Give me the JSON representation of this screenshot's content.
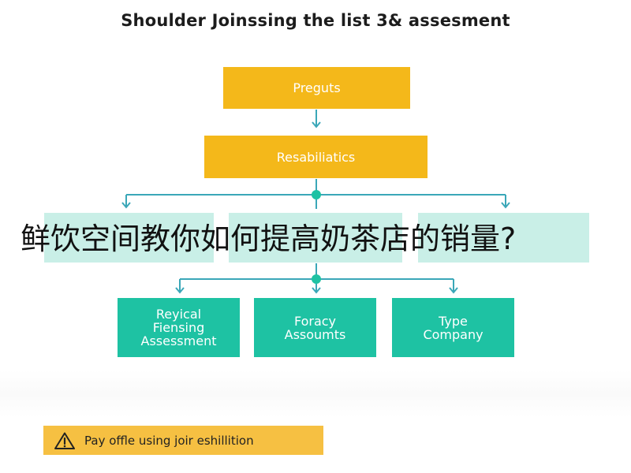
{
  "title": "Shoulder Joinssing the list 3& assesment",
  "nodes": {
    "top": "Preguts",
    "mid": "Resabiliatics",
    "bottom": [
      "Reyical\nFiensing\nAssessment",
      "Foracy\nAssoumts",
      "Type\nCompany"
    ]
  },
  "overlay_caption": "鲜饮空间教你如何提高奶茶店的销量?",
  "warning": {
    "icon": "warning-triangle-icon",
    "text": "Pay offle using joir eshillition"
  },
  "colors": {
    "yellow": "#f4b81a",
    "teal": "#1ec2a3",
    "connector": "#3aa7b8",
    "band": "#c9efe7",
    "warning_bg": "#f6c042"
  }
}
